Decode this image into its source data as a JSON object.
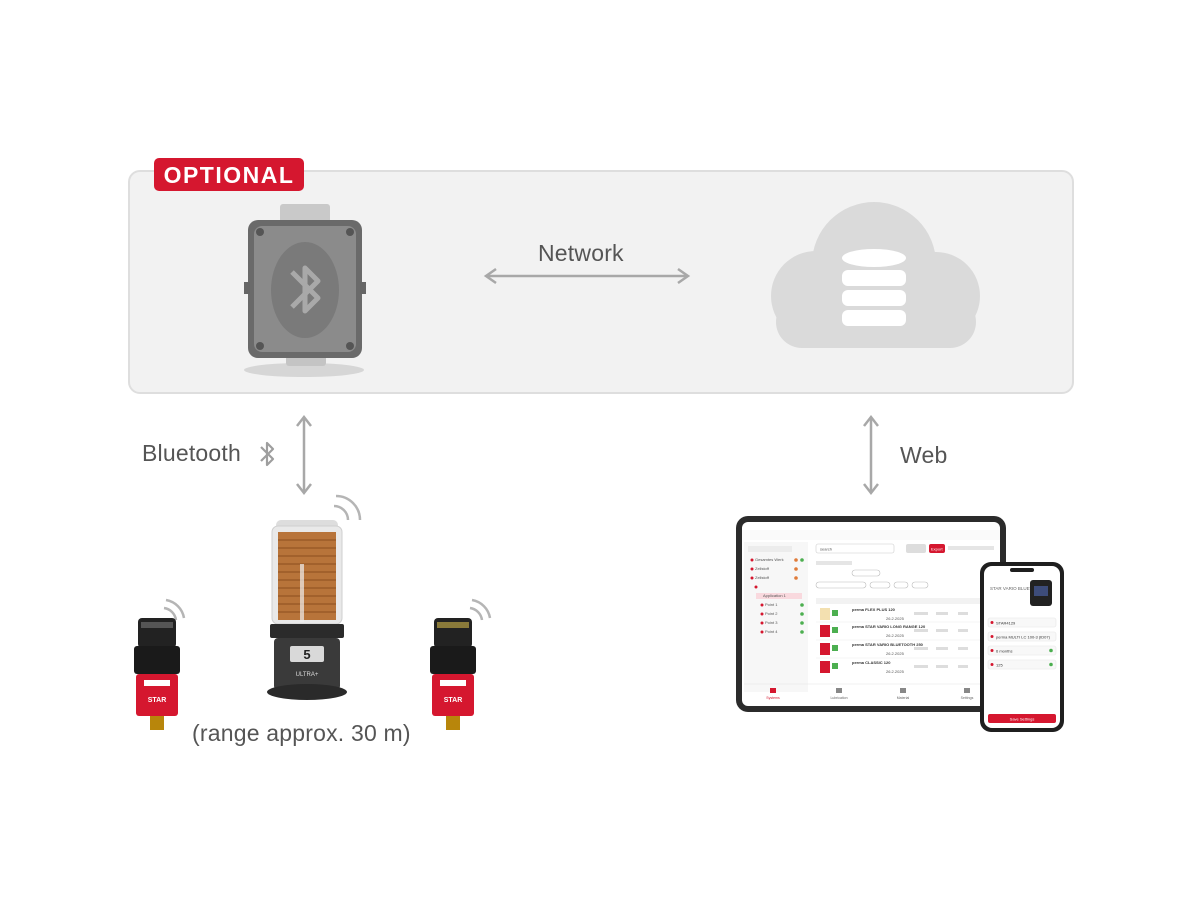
{
  "badge": "OPTIONAL",
  "labels": {
    "network": "Network",
    "bluetooth": "Bluetooth",
    "web": "Web",
    "range": "(range approx. 30 m)"
  },
  "devices": {
    "small_left_label": "STAR",
    "small_right_label": "STAR",
    "big_display": "5",
    "big_label": "ULTRA+"
  },
  "tablet": {
    "search_placeholder": "search",
    "export_button": "Export",
    "tree": [
      "Gesamtes Werk",
      "Zellstoff",
      "Application 1",
      "Point 1",
      "Point 2",
      "Point 3",
      "Point 4"
    ],
    "rows": [
      {
        "product": "perma FLEX PLUS 120",
        "date": "26.2.2025"
      },
      {
        "product": "perma STAR VARIO LONG RANGE 120",
        "date": "26.2.2025"
      },
      {
        "product": "perma STAR VARIO BLUETOOTH 250",
        "date": "26.2.2025"
      },
      {
        "product": "perma CLASSIC 120",
        "date": "26.2.2025"
      }
    ],
    "nav": [
      "Systems",
      "Lubrication",
      "Material",
      "Settings"
    ]
  },
  "phone": {
    "title": "STAR VARIO BLUETOOTH",
    "fields": [
      "STAR4129",
      "perma MULTI LC 100-3 (ID07)",
      "6 months",
      "125"
    ],
    "save_button": "Save Settings"
  },
  "colors": {
    "accent": "#d5172f",
    "panel": "#f2f2f2",
    "cloud": "#d9d9d9",
    "arrow": "#a8a8a8"
  }
}
